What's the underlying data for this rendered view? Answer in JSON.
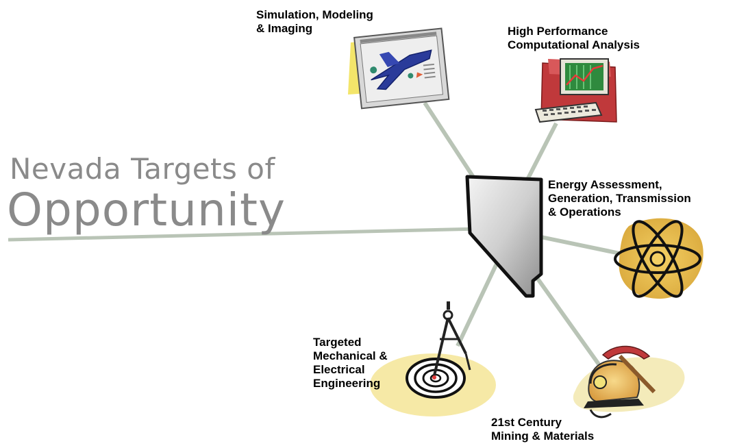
{
  "title": {
    "line1": "Nevada Targets of",
    "line2": "Opportunity"
  },
  "nodes": {
    "simulation": {
      "label": "Simulation, Modeling\n& Imaging",
      "icon": "airplane-blueprint-icon"
    },
    "hpc": {
      "label": "High Performance\nComputational Analysis",
      "icon": "computer-chart-icon"
    },
    "energy": {
      "label": "Energy Assessment,\nGeneration, Transmission\n& Operations",
      "icon": "atom-icon"
    },
    "mining": {
      "label": "21st Century\nMining & Materials",
      "icon": "miner-helmet-pickaxe-icon"
    },
    "engineering": {
      "label": "Targeted\nMechanical &\nElectrical\nEngineering",
      "icon": "compass-target-icon"
    }
  },
  "center": {
    "icon": "nevada-state-icon"
  },
  "colors": {
    "spoke": "#b9c4b6",
    "title": "#8a8a8a",
    "yellow_blob": "#f6e9a6",
    "paper_yellow": "#f3e56a",
    "red": "#c0393b",
    "green_screen": "#2f8a3e",
    "blue_plane": "#2a3b9a",
    "gold_blob": "#e9b95c"
  }
}
